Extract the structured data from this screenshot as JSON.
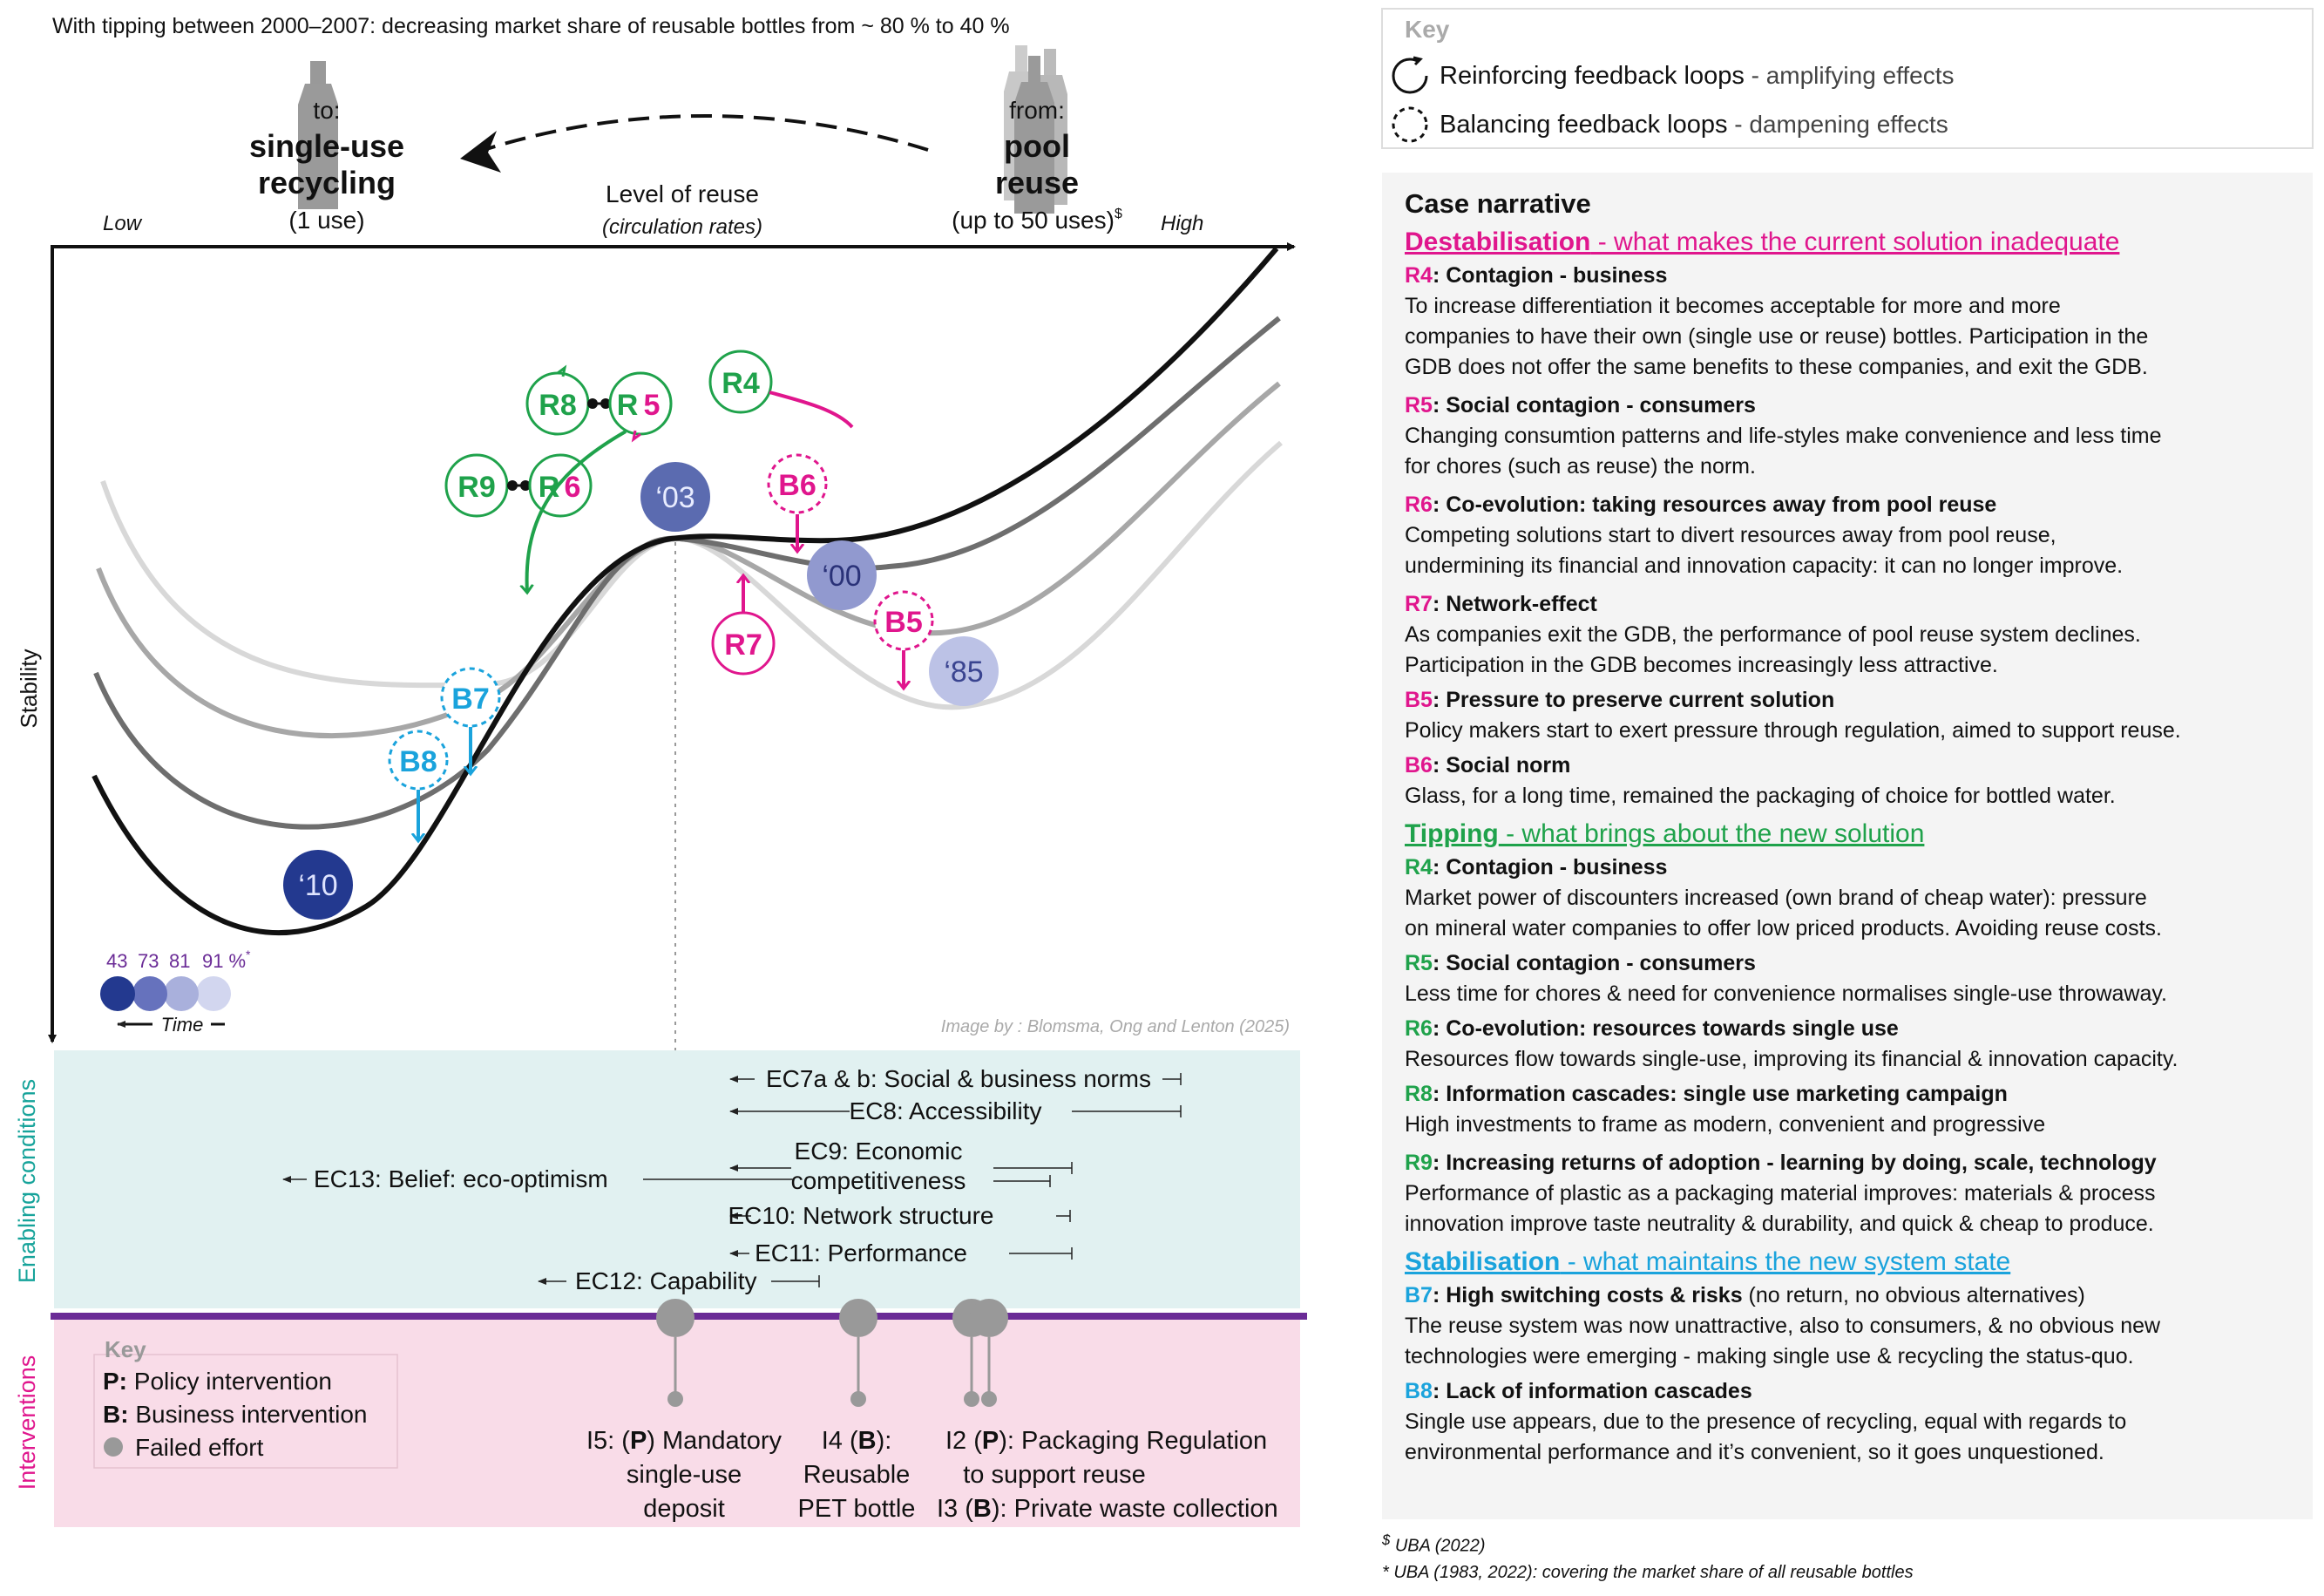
{
  "header": {
    "tipping_note": "With tipping between 2000–2007: decreasing market share of reusable bottles from ~ 80 % to 40 %"
  },
  "diagram": {
    "to_prefix": "to:",
    "to_line1": "single-use",
    "to_line2": "recycling",
    "to_uses": "(1 use)",
    "from_prefix": "from:",
    "from_line1": "pool",
    "from_line2": "reuse",
    "from_uses": "(up to 50 uses)",
    "from_uses_mark": "$",
    "x_axis_title": "Level of reuse",
    "x_axis_sub": "(circulation rates)",
    "x_low": "Low",
    "x_high": "High",
    "y_axis": "Stability",
    "years": {
      "y03": "‘03",
      "y00": "‘00",
      "y85": "‘85",
      "y10": "‘10"
    },
    "loops": {
      "R8": "R8",
      "R5": "R5",
      "R4": "R4",
      "R9": "R9",
      "R6": "R6",
      "B6": "B6",
      "R7": "R7",
      "B5": "B5",
      "B7": "B7",
      "B8": "B8"
    },
    "time_legend": {
      "values": [
        "43",
        "73",
        "81",
        "91"
      ],
      "unit": "%",
      "mark": "*",
      "label": "Time"
    },
    "credit": "Image by : Blomsma, Ong and Lenton (2025)",
    "colors": {
      "green": "#1fa24b",
      "pink": "#e0168d",
      "blue": "#1aa3dc",
      "navy": "#243a8f",
      "purple": "#6a2b96"
    }
  },
  "key_box": {
    "title": "Key",
    "reinforcing_bold": "Reinforcing feedback loops",
    "reinforcing_rest": " - amplifying effects",
    "balancing_bold": "Balancing feedback loops",
    "balancing_rest": " - dampening effects"
  },
  "enabling": {
    "band_label": "Enabling conditions",
    "ec7": "EC7a & b: Social & business norms",
    "ec8": "EC8: Accessibility",
    "ec9a": "EC9: Economic",
    "ec9b": "competitiveness",
    "ec13": "EC13: Belief: eco-optimism",
    "ec10": "EC10: Network structure",
    "ec11": "EC11: Performance",
    "ec12": "EC12: Capability"
  },
  "interventions": {
    "band_label": "Interventions",
    "key_title": "Key",
    "key_p_code": "P:",
    "key_p": " Policy intervention",
    "key_b_code": "B:",
    "key_b": " Business intervention",
    "key_failed": "Failed effort",
    "i5_a": "I5: (",
    "i5_code": "P",
    "i5_b": ") Mandatory",
    "i5_l2": "single-use",
    "i5_l3": "deposit",
    "i4_a": "I4 (",
    "i4_code": "B",
    "i4_b": "):",
    "i4_l2": "Reusable",
    "i4_l3": "PET bottle",
    "i2_a": "I2 (",
    "i2_code": "P",
    "i2_b": "): Packaging Regulation",
    "i2_l2": "to support reuse",
    "i3_a": "I3 (",
    "i3_code": "B",
    "i3_b": "): Private waste collection"
  },
  "narrative": {
    "title": "Case narrative",
    "destab_head": "Destabilisation",
    "destab_sub": " - what makes the current solution inadequate",
    "d_r4_code": "R4",
    "d_r4_title": ":  Contagion - business",
    "d_r4_body1": "To increase differentiation it becomes acceptable for more and more",
    "d_r4_body2": "companies to have their own (single use or reuse) bottles. Participation in the",
    "d_r4_body3": "GDB does not offer the same benefits to these companies, and exit the GDB.",
    "d_r5_code": "R5",
    "d_r5_title": ": Social contagion - consumers",
    "d_r5_body1": "Changing consumtion patterns and life-styles make convenience and less time",
    "d_r5_body2": "for chores (such as reuse) the norm.",
    "d_r6_code": "R6",
    "d_r6_title": ": Co-evolution: taking resources away from pool reuse",
    "d_r6_body1": "Competing solutions start to divert resources away from pool reuse,",
    "d_r6_body2": "undermining its financial and innovation capacity: it can no longer improve.",
    "d_r7_code": "R7",
    "d_r7_title": ": Network-effect",
    "d_r7_body1": "As companies exit the GDB, the performance of pool reuse system declines.",
    "d_r7_body2": "Participation in the GDB becomes increasingly less attractive.",
    "d_b5_code": "B5",
    "d_b5_title": ":  Pressure to preserve current solution",
    "d_b5_body1": "Policy makers start to exert pressure through regulation, aimed to support reuse.",
    "d_b6_code": "B6",
    "d_b6_title": ": Social norm",
    "d_b6_body1": "Glass, for a long time, remained the packaging of choice for bottled water.",
    "tip_head": "Tipping",
    "tip_sub": " - what brings about the new solution",
    "t_r4_code": "R4",
    "t_r4_title": ": Contagion - business",
    "t_r4_body1": "Market power of discounters increased (own brand of cheap water): pressure",
    "t_r4_body2": "on mineral water companies to offer low priced products. Avoiding reuse costs.",
    "t_r5_code": "R5",
    "t_r5_title": ": Social contagion - consumers",
    "t_r5_body1": "Less time for chores & need for convenience normalises single-use throwaway.",
    "t_r6_code": "R6",
    "t_r6_title": ": Co-evolution: resources towards single use",
    "t_r6_body1": "Resources flow towards single-use, improving its financial & innovation capacity.",
    "t_r8_code": "R8",
    "t_r8_title": ": Information cascades: single use marketing campaign",
    "t_r8_body1": "High investments to frame as modern, convenient and progressive",
    "t_r9_code": "R9",
    "t_r9_title": ": Increasing returns of adoption - learning by doing, scale, technology",
    "t_r9_body1": "Performance of plastic as a packaging material improves: materials & process",
    "t_r9_body2": "innovation improve taste neutrality & durability, and quick & cheap to produce.",
    "stab_head": "Stabilisation",
    "stab_sub": " - what maintains the new system state",
    "s_b7_code": "B7",
    "s_b7_title": ": High switching costs & risks",
    "s_b7_note": " (no return, no obvious alternatives)",
    "s_b7_body1": "The reuse system was now unattractive, also to consumers, & no obvious new",
    "s_b7_body2": "technologies were emerging - making single use & recycling the status-quo.",
    "s_b8_code": "B8",
    "s_b8_title": ": Lack of information cascades",
    "s_b8_body1": "Single use appears, due to the presence of recycling, equal with regards to",
    "s_b8_body2": "environmental performance and it’s convenient, so it goes unquestioned."
  },
  "footnotes": {
    "f1_mark": "$",
    "f1": " UBA (2022)",
    "f2": "* UBA (1983, 2022): covering the market share of all reusable bottles"
  }
}
